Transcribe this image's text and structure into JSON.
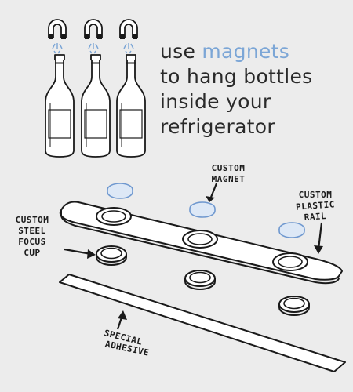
{
  "headline": {
    "line1_prefix": "use ",
    "line1_accent": "magnets",
    "line2": "to hang bottles",
    "line3": "inside your",
    "line4": "refrigerator"
  },
  "labels": {
    "magnet": [
      "CUSTOM",
      "MAGNET"
    ],
    "rail": [
      "CUSTOM",
      "PLASTIC",
      "RAIL"
    ],
    "cup": [
      "CUSTOM",
      "STEEL",
      "FOCUS",
      "CUP"
    ],
    "adhesive": [
      "SPECIAL",
      "ADHESIVE"
    ]
  },
  "colors": {
    "accent": "#7ca6d6",
    "magnet_fill": "#dde8f6",
    "magnet_stroke": "#6f98cf",
    "ink": "#1a1a1a",
    "background": "#ececec"
  }
}
